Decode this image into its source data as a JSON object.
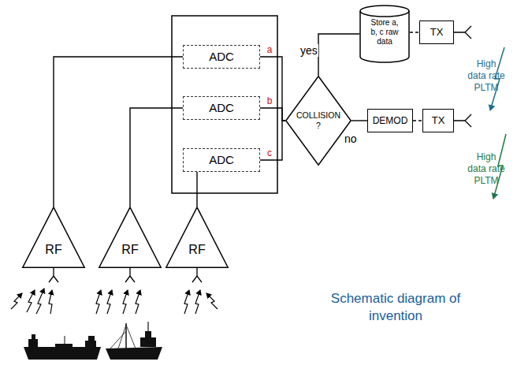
{
  "diagram": {
    "caption": "Schematic diagram of invention",
    "nodes": [
      {
        "text": [
          "ADC"
        ]
      },
      {
        "text": [
          "ADC"
        ]
      },
      {
        "text": [
          "ADC"
        ]
      },
      {
        "text": [
          "COLLISION ?"
        ]
      },
      {
        "text": [
          "Store a, b, c raw data"
        ]
      },
      {
        "text": [
          "TX"
        ]
      },
      {
        "text": [
          "DEMOD"
        ]
      },
      {
        "text": [
          "TX"
        ]
      },
      {
        "text": [
          "RF"
        ]
      },
      {
        "text": [
          "RF"
        ]
      },
      {
        "text": [
          "RF"
        ]
      }
    ],
    "edges": [
      {
        "from": 8,
        "to": 0,
        "arrow": "none"
      },
      {
        "from": 9,
        "to": 1,
        "arrow": "none"
      },
      {
        "from": 10,
        "to": 2,
        "arrow": "none"
      },
      {
        "from": 0,
        "to": 3,
        "arrow": "none"
      },
      {
        "from": 1,
        "to": 3,
        "arrow": "none"
      },
      {
        "from": 2,
        "to": 3,
        "arrow": "none"
      },
      {
        "from": 3,
        "to": 4,
        "label": "yes",
        "arrow": "none"
      },
      {
        "from": 3,
        "to": 6,
        "label": "no",
        "arrow": "none"
      },
      {
        "from": 4,
        "to": 5,
        "arrow": "none"
      },
      {
        "from": 6,
        "to": 7,
        "arrow": "none"
      }
    ],
    "labels": [
      "a",
      "b",
      "c",
      "High data rate PLTM",
      "High data rate PLTM"
    ]
  }
}
